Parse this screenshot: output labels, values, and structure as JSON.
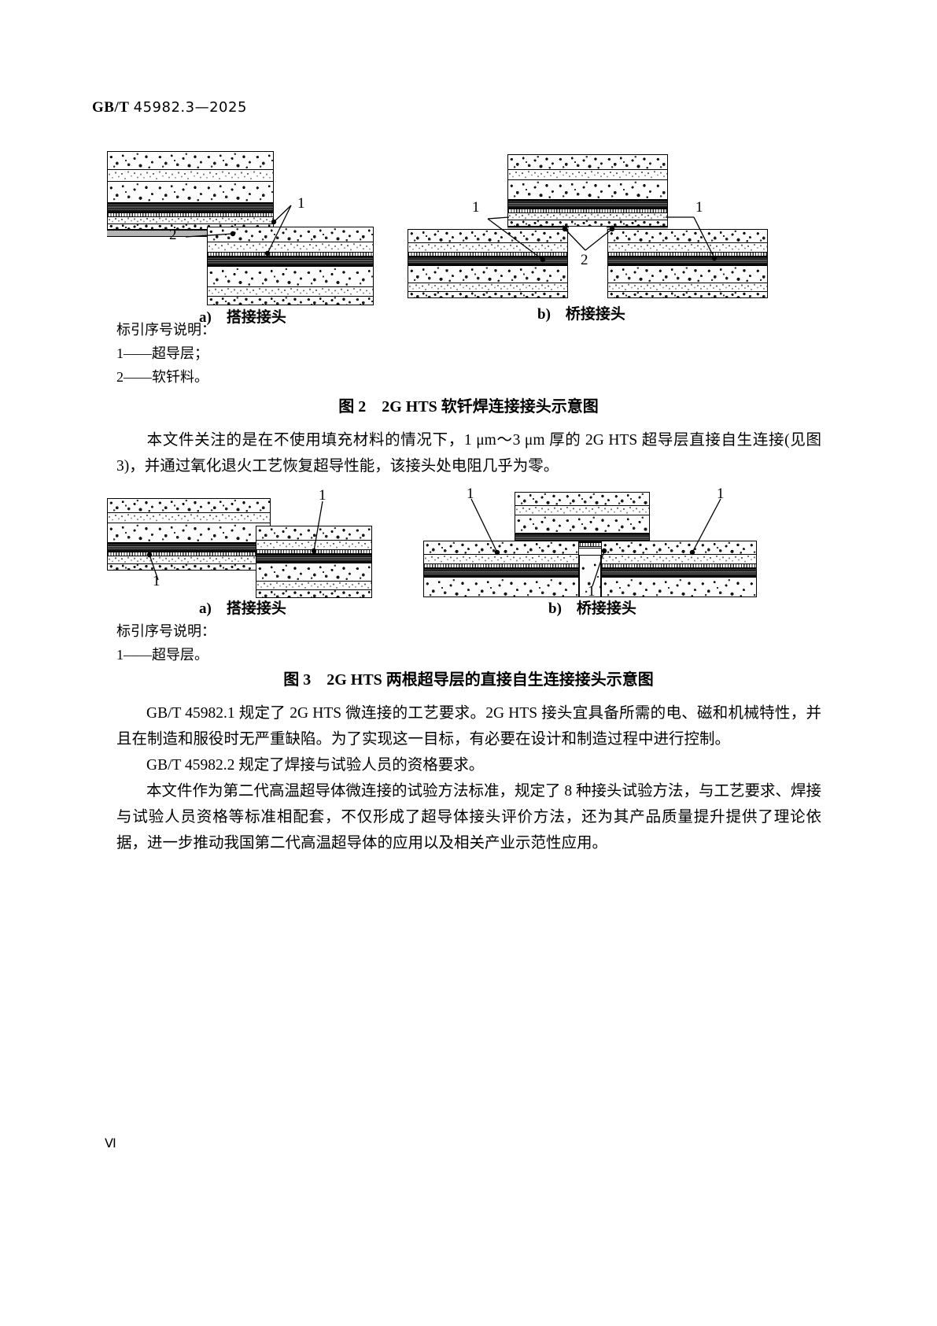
{
  "header": {
    "standard_prefix": "GB/T",
    "standard_number": "45982.3—2025"
  },
  "footer": {
    "page_number": "Ⅵ"
  },
  "figure2": {
    "sub_caption_a": "a)　搭接接头",
    "sub_caption_b": "b)　桥接接头",
    "legend_heading": "标引序号说明：",
    "legend_items": [
      "1——超导层；",
      "2——软钎料。"
    ],
    "title": "图 2　2G HTS 软钎焊连接接头示意图",
    "callouts": {
      "one": "1",
      "two": "2"
    }
  },
  "paragraph1": "本文件关注的是在不使用填充材料的情况下，1 μm～3 μm 厚的 2G HTS 超导层直接自生连接(见图 3)，并通过氧化退火工艺恢复超导性能，该接头处电阻几乎为零。",
  "figure3": {
    "sub_caption_a": "a)　搭接接头",
    "sub_caption_b": "b)　桥接接头",
    "legend_heading": "标引序号说明：",
    "legend_items": [
      "1——超导层。"
    ],
    "title": "图 3　2G HTS 两根超导层的直接自生连接接头示意图",
    "callouts": {
      "one": "1"
    }
  },
  "paragraph2": "GB/T 45982.1 规定了 2G HTS 微连接的工艺要求。2G HTS 接头宜具备所需的电、磁和机械特性，并且在制造和服役时无严重缺陷。为了实现这一目标，有必要在设计和制造过程中进行控制。",
  "paragraph3": "GB/T 45982.2 规定了焊接与试验人员的资格要求。",
  "paragraph4": "本文件作为第二代高温超导体微连接的试验方法标准，规定了 8 种接头试验方法，与工艺要求、焊接与试验人员资格等标准相配套，不仅形成了超导体接头评价方法，还为其产品质量提升提供了理论依据，进一步推动我国第二代高温超导体的应用以及相关产业示范性应用。"
}
